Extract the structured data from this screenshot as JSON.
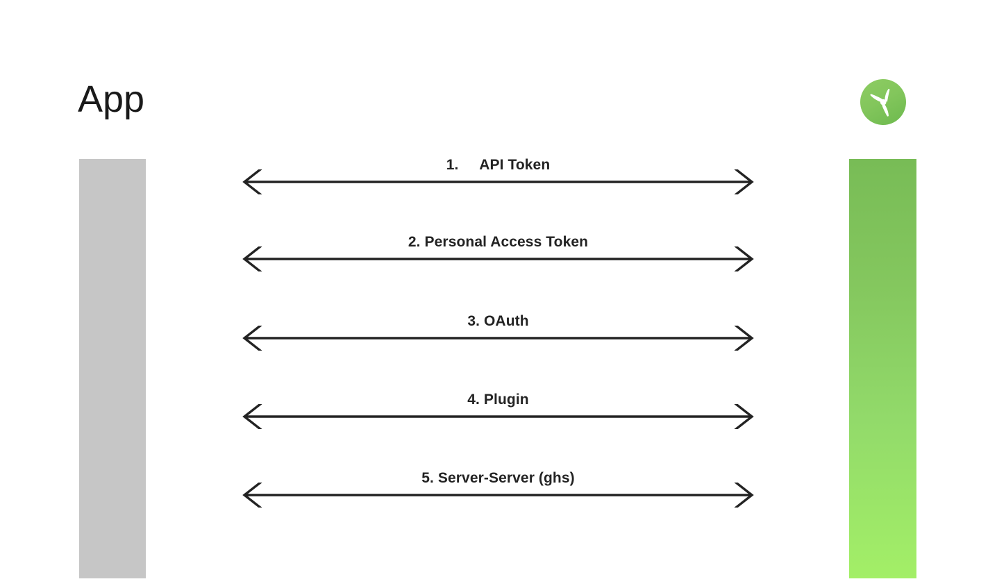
{
  "diagram": {
    "type": "sequence-diagram",
    "title": "App",
    "background_color": "#ffffff",
    "participants": [
      {
        "id": "app",
        "name": "App",
        "label": "App",
        "lifeline_color": "#c6c6c6",
        "side": "left"
      },
      {
        "id": "service",
        "name": "service",
        "label": "",
        "lifeline_gradient_top": "#78bc56",
        "lifeline_gradient_bottom": "#a3ef67",
        "logo_icon": "propeller-icon",
        "side": "right"
      }
    ],
    "messages": [
      {
        "number": "1.",
        "label": "1.\tAPI Token",
        "text": "API Token",
        "direction": "bidirectional"
      },
      {
        "number": "2.",
        "label": "2. Personal Access Token",
        "text": "Personal Access Token",
        "direction": "bidirectional"
      },
      {
        "number": "3.",
        "label": "3. OAuth",
        "text": "OAuth",
        "direction": "bidirectional"
      },
      {
        "number": "4.",
        "label": "4. Plugin",
        "text": "Plugin",
        "direction": "bidirectional"
      },
      {
        "number": "5.",
        "label": "5. Server-Server (ghs)",
        "text": "Server-Server (ghs)",
        "direction": "bidirectional"
      }
    ],
    "arrow_color": "#232323",
    "text_color": "#232323"
  }
}
